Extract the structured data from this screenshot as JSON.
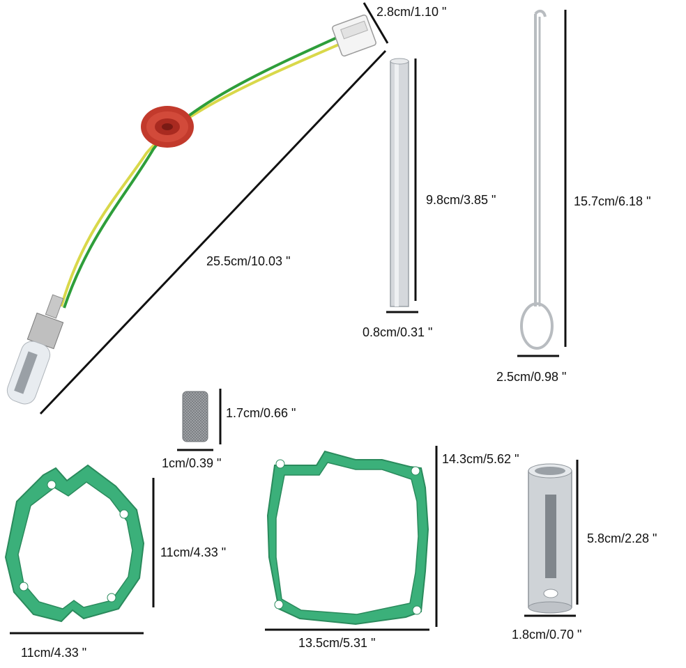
{
  "image": {
    "background": "#ffffff",
    "parts": [
      {
        "name": "glow-plug-with-wire",
        "colors": {
          "wire_green": "#2e9e3a",
          "wire_yellow": "#d9d84a",
          "grommet": "#c23a2c",
          "connector": "#f2f2f2"
        }
      },
      {
        "name": "removal-tool-rod",
        "color": "#cfd2d6"
      },
      {
        "name": "hook-tool",
        "color": "#c8cbcf"
      },
      {
        "name": "mesh-screen",
        "color": "#9a9da1"
      },
      {
        "name": "small-gasket",
        "color": "#3bb07a"
      },
      {
        "name": "large-gasket",
        "color": "#3bb07a"
      },
      {
        "name": "socket-tube",
        "color": "#c9ccd0"
      }
    ]
  },
  "labels": {
    "plug_length": "25.5cm/10.03 \"",
    "connector_width": "2.8cm/1.10 \"",
    "rod_length": "9.8cm/3.85 \"",
    "rod_diameter": "0.8cm/0.31 \"",
    "hook_length": "15.7cm/6.18 \"",
    "hook_loop_width": "2.5cm/0.98 \"",
    "screen_height": "1.7cm/0.66 \"",
    "screen_diameter": "1cm/0.39 \"",
    "small_gasket_height": "11cm/4.33 \"",
    "small_gasket_width": "11cm/4.33 \"",
    "large_gasket_height": "14.3cm/5.62 \"",
    "large_gasket_width": "13.5cm/5.31 \"",
    "tube_length": "5.8cm/2.28 \"",
    "tube_diameter": "1.8cm/0.70 \""
  }
}
